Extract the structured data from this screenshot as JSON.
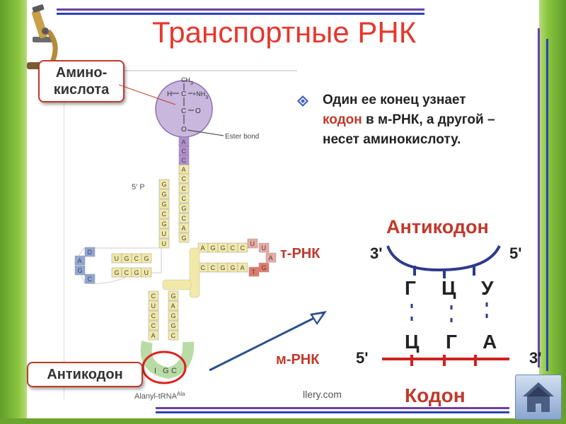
{
  "slide": {
    "title": "Транспортные РНК",
    "description": {
      "part1": "Один ее конец узнает",
      "highlight": "кодон",
      "part2": "в м-РНК, а другой – несет аминокислоту."
    },
    "watermark": "llery.com"
  },
  "trna_diagram": {
    "ch3": "CH",
    "h_label": "H",
    "c_label": "C",
    "nh3": "NH",
    "o_label": "O",
    "ester_bond": "Ester bond",
    "five_prime": "5′ P",
    "caption": "Alanyl-tRNA",
    "caption_sup": "Ala",
    "callout_aminoacid": "Амино-\nкислота",
    "callout_anticodon": "Антикодон",
    "acceptor_3": [
      "A",
      "C",
      "C",
      "A"
    ],
    "acceptor_left": [
      "G",
      "G",
      "G",
      "C",
      "G",
      "U",
      "U"
    ],
    "acceptor_right": [
      "C",
      "C",
      "C",
      "G",
      "C",
      "A",
      "G"
    ],
    "d_loop": [
      "D",
      "A",
      "G",
      "C"
    ],
    "d_stem": [
      "U",
      "G",
      "C",
      "G"
    ],
    "t_stem": [
      "A",
      "G",
      "G",
      "C",
      "C"
    ],
    "t_loop": [
      "U",
      "U",
      "A",
      "G",
      "T"
    ],
    "anticodon_stem_left": [
      "C",
      "U",
      "C",
      "C",
      "A"
    ],
    "anticodon_stem_right": [
      "G",
      "A",
      "G",
      "G",
      "C"
    ],
    "anticodon_bases": [
      "I",
      "G",
      "C"
    ]
  },
  "codon_scheme": {
    "anticodon_title": "Антикодон",
    "trna_label": "т-РНК",
    "trna_3prime": "3'",
    "trna_5prime": "5'",
    "anticodon_letters": [
      "Г",
      "Ц",
      "У"
    ],
    "codon_letters": [
      "Ц",
      "Г",
      "А"
    ],
    "mrna_label": "м-РНК",
    "mrna_5prime": "5'",
    "mrna_3prime": "3'",
    "codon_title": "Кодон"
  },
  "colors": {
    "title": "#e6372d",
    "accent_red": "#c0392b",
    "trna_arc": "#2e3a8c",
    "mrna_line": "#d11f1f",
    "arrow": "#2a4f8f",
    "amino_circle": "#c9b7dd",
    "nucleotide_fill": "#f2e9a8",
    "d_loop_fill": "#8fa6d6",
    "t_loop_fill": "#e9a9a2",
    "anticodon_loop_fill": "#b9dba6"
  }
}
